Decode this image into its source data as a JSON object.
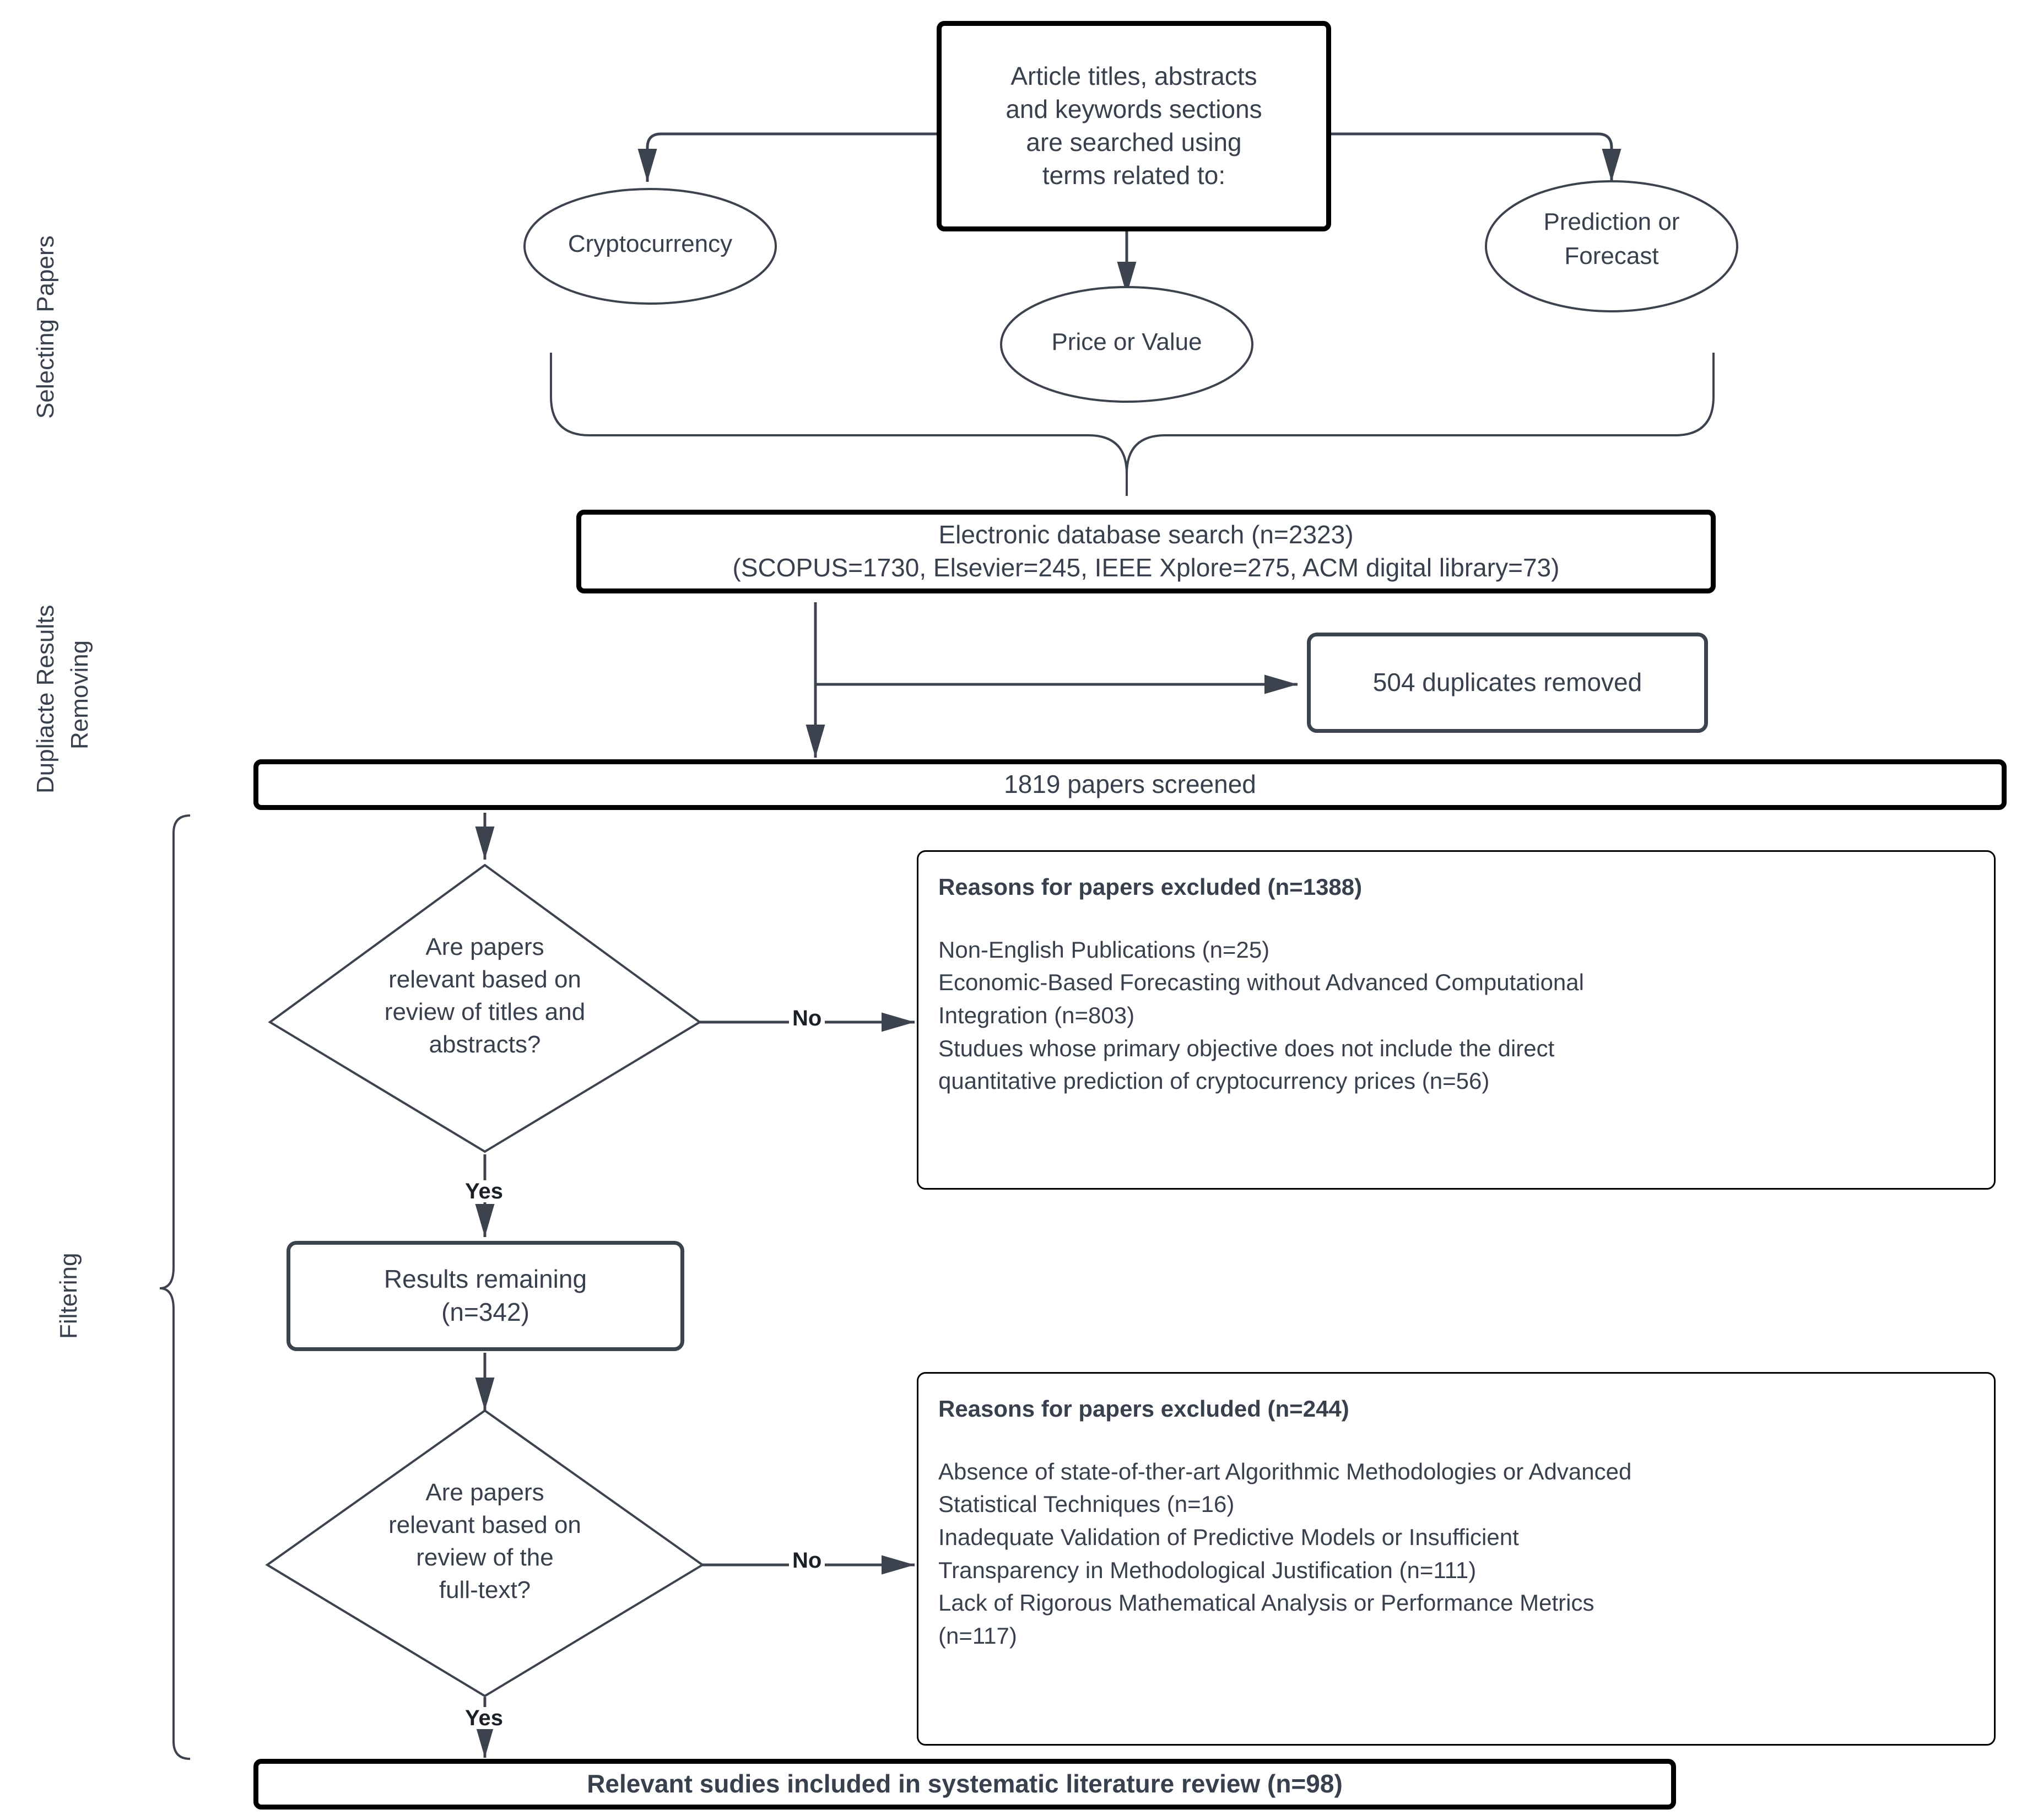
{
  "diagram": {
    "title": "PRISMA systematic literature review selection flowchart",
    "stage_colors": {
      "background": "#ffffff",
      "text": "#39404d",
      "heavy_border": "#000000",
      "thin_border": "#000000",
      "medium_border": "#3c434f",
      "connector": "#3c434f"
    }
  },
  "side_labels": [
    {
      "id": "selecting-papers",
      "text": "Selecting Papers"
    },
    {
      "id": "removing-duplicates",
      "line1": "Removing",
      "line2": "Dupliacte Results"
    },
    {
      "id": "filtering",
      "text": "Filtering"
    }
  ],
  "search_box": {
    "line1": "Article titles, abstracts",
    "line2": "and keywords sections",
    "line3": "are searched using",
    "line4": "terms related to:"
  },
  "terms": [
    {
      "id": "cryptocurrency",
      "label": "Cryptocurrency"
    },
    {
      "id": "price-or-value",
      "label": "Price or Value"
    },
    {
      "id": "prediction-or-forecast",
      "line1": "Prediction or",
      "line2": "Forecast"
    }
  ],
  "database_box": {
    "line1": "Electronic database search (n=2323)",
    "line2": "(SCOPUS=1730, Elsevier=245, IEEE Xplore=275, ACM digital library=73)"
  },
  "duplicates_box": {
    "label": "504 duplicates removed"
  },
  "screened_bar": {
    "label": "1819 papers screened"
  },
  "decision_one": {
    "line1": "Are papers",
    "line2": "relevant based on",
    "line3": "review of titles and",
    "line4": "abstracts?",
    "no_label": "No",
    "yes_label": "Yes"
  },
  "exclusion_one": {
    "title": "Reasons for papers excluded (n=1388)",
    "lines": [
      "Non-English Publications (n=25)",
      "Economic-Based Forecasting without Advanced Computational",
      "Integration (n=803)",
      "Studues whose primary objective does not include the direct",
      "quantitative prediction of cryptocurrency prices (n=56)"
    ]
  },
  "remaining_box": {
    "line1": "Results remaining",
    "line2": "(n=342)"
  },
  "decision_two": {
    "line1": "Are papers",
    "line2": "relevant based on",
    "line3": "review of the",
    "line4": "full-text?",
    "no_label": "No",
    "yes_label": "Yes"
  },
  "exclusion_two": {
    "title": "Reasons for papers excluded (n=244)",
    "lines": [
      "Absence of state-of-ther-art Algorithmic Methodologies or Advanced",
      "Statistical Techniques (n=16)",
      "Inadequate Validation of Predictive Models or Insufficient",
      "Transparency in Methodological Justification (n=111)",
      "Lack of Rigorous Mathematical Analysis or Performance Metrics",
      "(n=117)"
    ]
  },
  "included_bar": {
    "label": "Relevant sudies included in systematic literature review (n=98)"
  }
}
